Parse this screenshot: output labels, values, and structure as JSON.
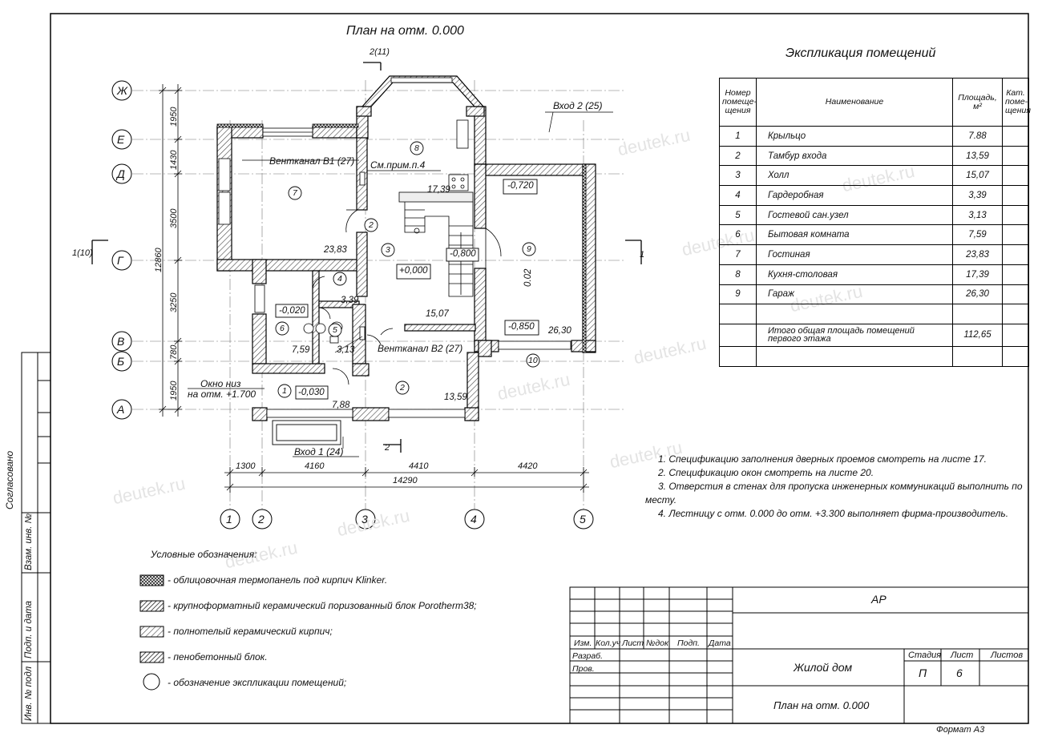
{
  "plan_title": "План на отм. 0.000",
  "expl_title": "Экспликация помещений",
  "table": {
    "headers": [
      "Номер помеще- щения",
      "Наименование",
      "Площадь, м²",
      "Кат. поме- щения"
    ],
    "rows": [
      {
        "num": "1",
        "name": "Крыльцо",
        "area": "7.88"
      },
      {
        "num": "2",
        "name": "Тамбур входа",
        "area": "13,59"
      },
      {
        "num": "3",
        "name": "Холл",
        "area": "15,07"
      },
      {
        "num": "4",
        "name": "Гардеробная",
        "area": "3,39"
      },
      {
        "num": "5",
        "name": "Гостевой сан.узел",
        "area": "3,13"
      },
      {
        "num": "6",
        "name": "Бытовая комната",
        "area": "7,59"
      },
      {
        "num": "7",
        "name": "Гостиная",
        "area": "23,83"
      },
      {
        "num": "8",
        "name": "Кухня-столовая",
        "area": "17,39"
      },
      {
        "num": "9",
        "name": "Гараж",
        "area": "26,30"
      }
    ],
    "total_label": "Итого общая площадь помещений первого этажа",
    "total_value": "112,65"
  },
  "notes": [
    "1. Спецификацию заполнения дверных проемов смотреть на листе 17.",
    "2. Спецификацию окон смотреть на листе 20.",
    "3. Отверстия в стенах для пропуска инженерных коммуникаций выполнить по месту.",
    "4. Лестницу с отм. 0.000 до отм. +3.300 выполняет фирма-производитель."
  ],
  "legend": {
    "title": "Условные обозначения:",
    "items": [
      "- облицовочная термопанель под кирпич Klinker.",
      "- крупноформатный керамический поризованный блок Porotherm38;",
      "- полнотелый керамический кирпич;",
      "- пенобетонный блок.",
      "- обозначение экспликации помещений;"
    ]
  },
  "title_block": {
    "code": "АР",
    "cols": [
      "Изм.",
      "Кол.уч",
      "Лист",
      "№док",
      "Подп.",
      "Дата"
    ],
    "rows": [
      "Разраб.",
      "Пров."
    ],
    "object": "Жилой дом",
    "sheet_title": "План на отм. 0.000",
    "stage_label": "Стадия",
    "sheet_label": "Лист",
    "sheets_label": "Листов",
    "stage": "П",
    "sheet": "6"
  },
  "format": "Формат А3",
  "side_labels": [
    "Согласовано",
    "Взам. инв. №",
    "Подп. и дата",
    "Инв. № подл"
  ],
  "axes": {
    "letters": [
      "Ж",
      "Е",
      "Д",
      "Г",
      "В",
      "Б",
      "А"
    ],
    "numbers": [
      "1",
      "2",
      "3",
      "4",
      "5"
    ],
    "vertical_dims": [
      "1950",
      "1430",
      "3500",
      "3250",
      "780",
      "1950"
    ],
    "vertical_total": "12860",
    "horizontal_dims": [
      "1300",
      "4160",
      "4410",
      "4420"
    ],
    "horizontal_total": "14290"
  },
  "plan_labels": {
    "section_top": "2(11)",
    "section_left": "1(10)",
    "section_right": "1",
    "section_bottom": "2",
    "entrance2": "Вход 2 (25)",
    "entrance1": "Вход 1 (24)",
    "vent1": "Вентканал В1 (27)",
    "vent2": "Вентканал В2 (27)",
    "see_note": "См.прим.п.4",
    "window_note_1": "Окно низ",
    "window_note_2": "на отм. +1.700",
    "elev_0": "+0,000",
    "elev_1": "-0,720",
    "elev_2": "-0,800",
    "elev_3": "-0,850",
    "elev_4": "-0,020",
    "elev_5": "-0,030",
    "slope": "0.02",
    "area_7": "23,83",
    "area_8": "17,39",
    "area_3": "15,07",
    "area_4": "3,39",
    "area_6": "7,59",
    "area_5": "3,13",
    "area_9": "26,30",
    "area_2": "13,59",
    "area_1": "7,88",
    "room_10": "10"
  },
  "watermark": "deutek.ru"
}
